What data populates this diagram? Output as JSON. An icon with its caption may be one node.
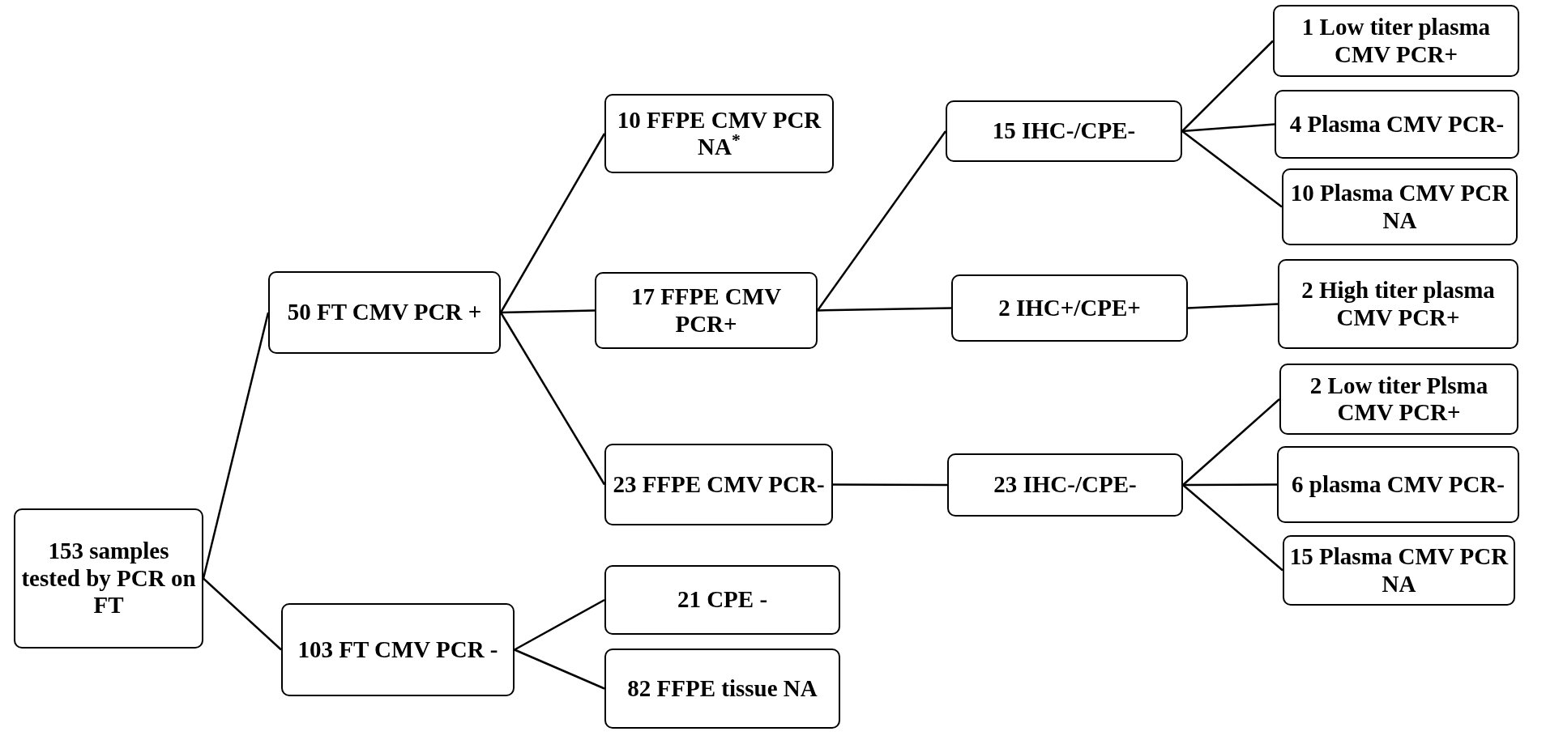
{
  "diagram": {
    "nodes": [
      {
        "text": [
          "153 samples tested by PCR on FT"
        ]
      },
      {
        "text": [
          "50 FT CMV PCR +"
        ]
      },
      {
        "text": [
          "103 FT CMV PCR -"
        ]
      },
      {
        "text": [
          "10 FFPE CMV PCR NA$^{*}$"
        ]
      },
      {
        "text": [
          "17 FFPE CMV PCR+"
        ]
      },
      {
        "text": [
          "23 FFPE CMV PCR-"
        ]
      },
      {
        "text": [
          "21 CPE -"
        ]
      },
      {
        "text": [
          "82 FFPE tissue NA"
        ]
      },
      {
        "text": [
          "15 IHC-/CPE-"
        ]
      },
      {
        "text": [
          "2 IHC+/CPE+"
        ]
      },
      {
        "text": [
          "23 IHC-/CPE-"
        ]
      },
      {
        "text": [
          "1 Low titer plasma CMV PCR+"
        ]
      },
      {
        "text": [
          "4 Plasma CMV PCR-"
        ]
      },
      {
        "text": [
          "10 Plasma CMV PCR NA"
        ]
      },
      {
        "text": [
          "2 High titer plasma CMV PCR+"
        ]
      },
      {
        "text": [
          "2 Low titer Plsma CMV PCR+"
        ]
      },
      {
        "text": [
          "6 plasma CMV PCR-"
        ]
      },
      {
        "text": [
          "15 Plasma CMV PCR NA"
        ]
      }
    ],
    "edges": [
      {
        "from": 0,
        "to": 1,
        "arrow": "none"
      },
      {
        "from": 0,
        "to": 2,
        "arrow": "none"
      },
      {
        "from": 1,
        "to": 3,
        "arrow": "none"
      },
      {
        "from": 1,
        "to": 4,
        "arrow": "none"
      },
      {
        "from": 1,
        "to": 5,
        "arrow": "none"
      },
      {
        "from": 2,
        "to": 6,
        "arrow": "none"
      },
      {
        "from": 2,
        "to": 7,
        "arrow": "none"
      },
      {
        "from": 4,
        "to": 8,
        "arrow": "none"
      },
      {
        "from": 4,
        "to": 9,
        "arrow": "none"
      },
      {
        "from": 5,
        "to": 10,
        "arrow": "none"
      },
      {
        "from": 8,
        "to": 11,
        "arrow": "none"
      },
      {
        "from": 8,
        "to": 12,
        "arrow": "none"
      },
      {
        "from": 8,
        "to": 13,
        "arrow": "none"
      },
      {
        "from": 9,
        "to": 14,
        "arrow": "none"
      },
      {
        "from": 10,
        "to": 15,
        "arrow": "none"
      },
      {
        "from": 10,
        "to": 16,
        "arrow": "none"
      },
      {
        "from": 10,
        "to": 17,
        "arrow": "none"
      }
    ]
  }
}
